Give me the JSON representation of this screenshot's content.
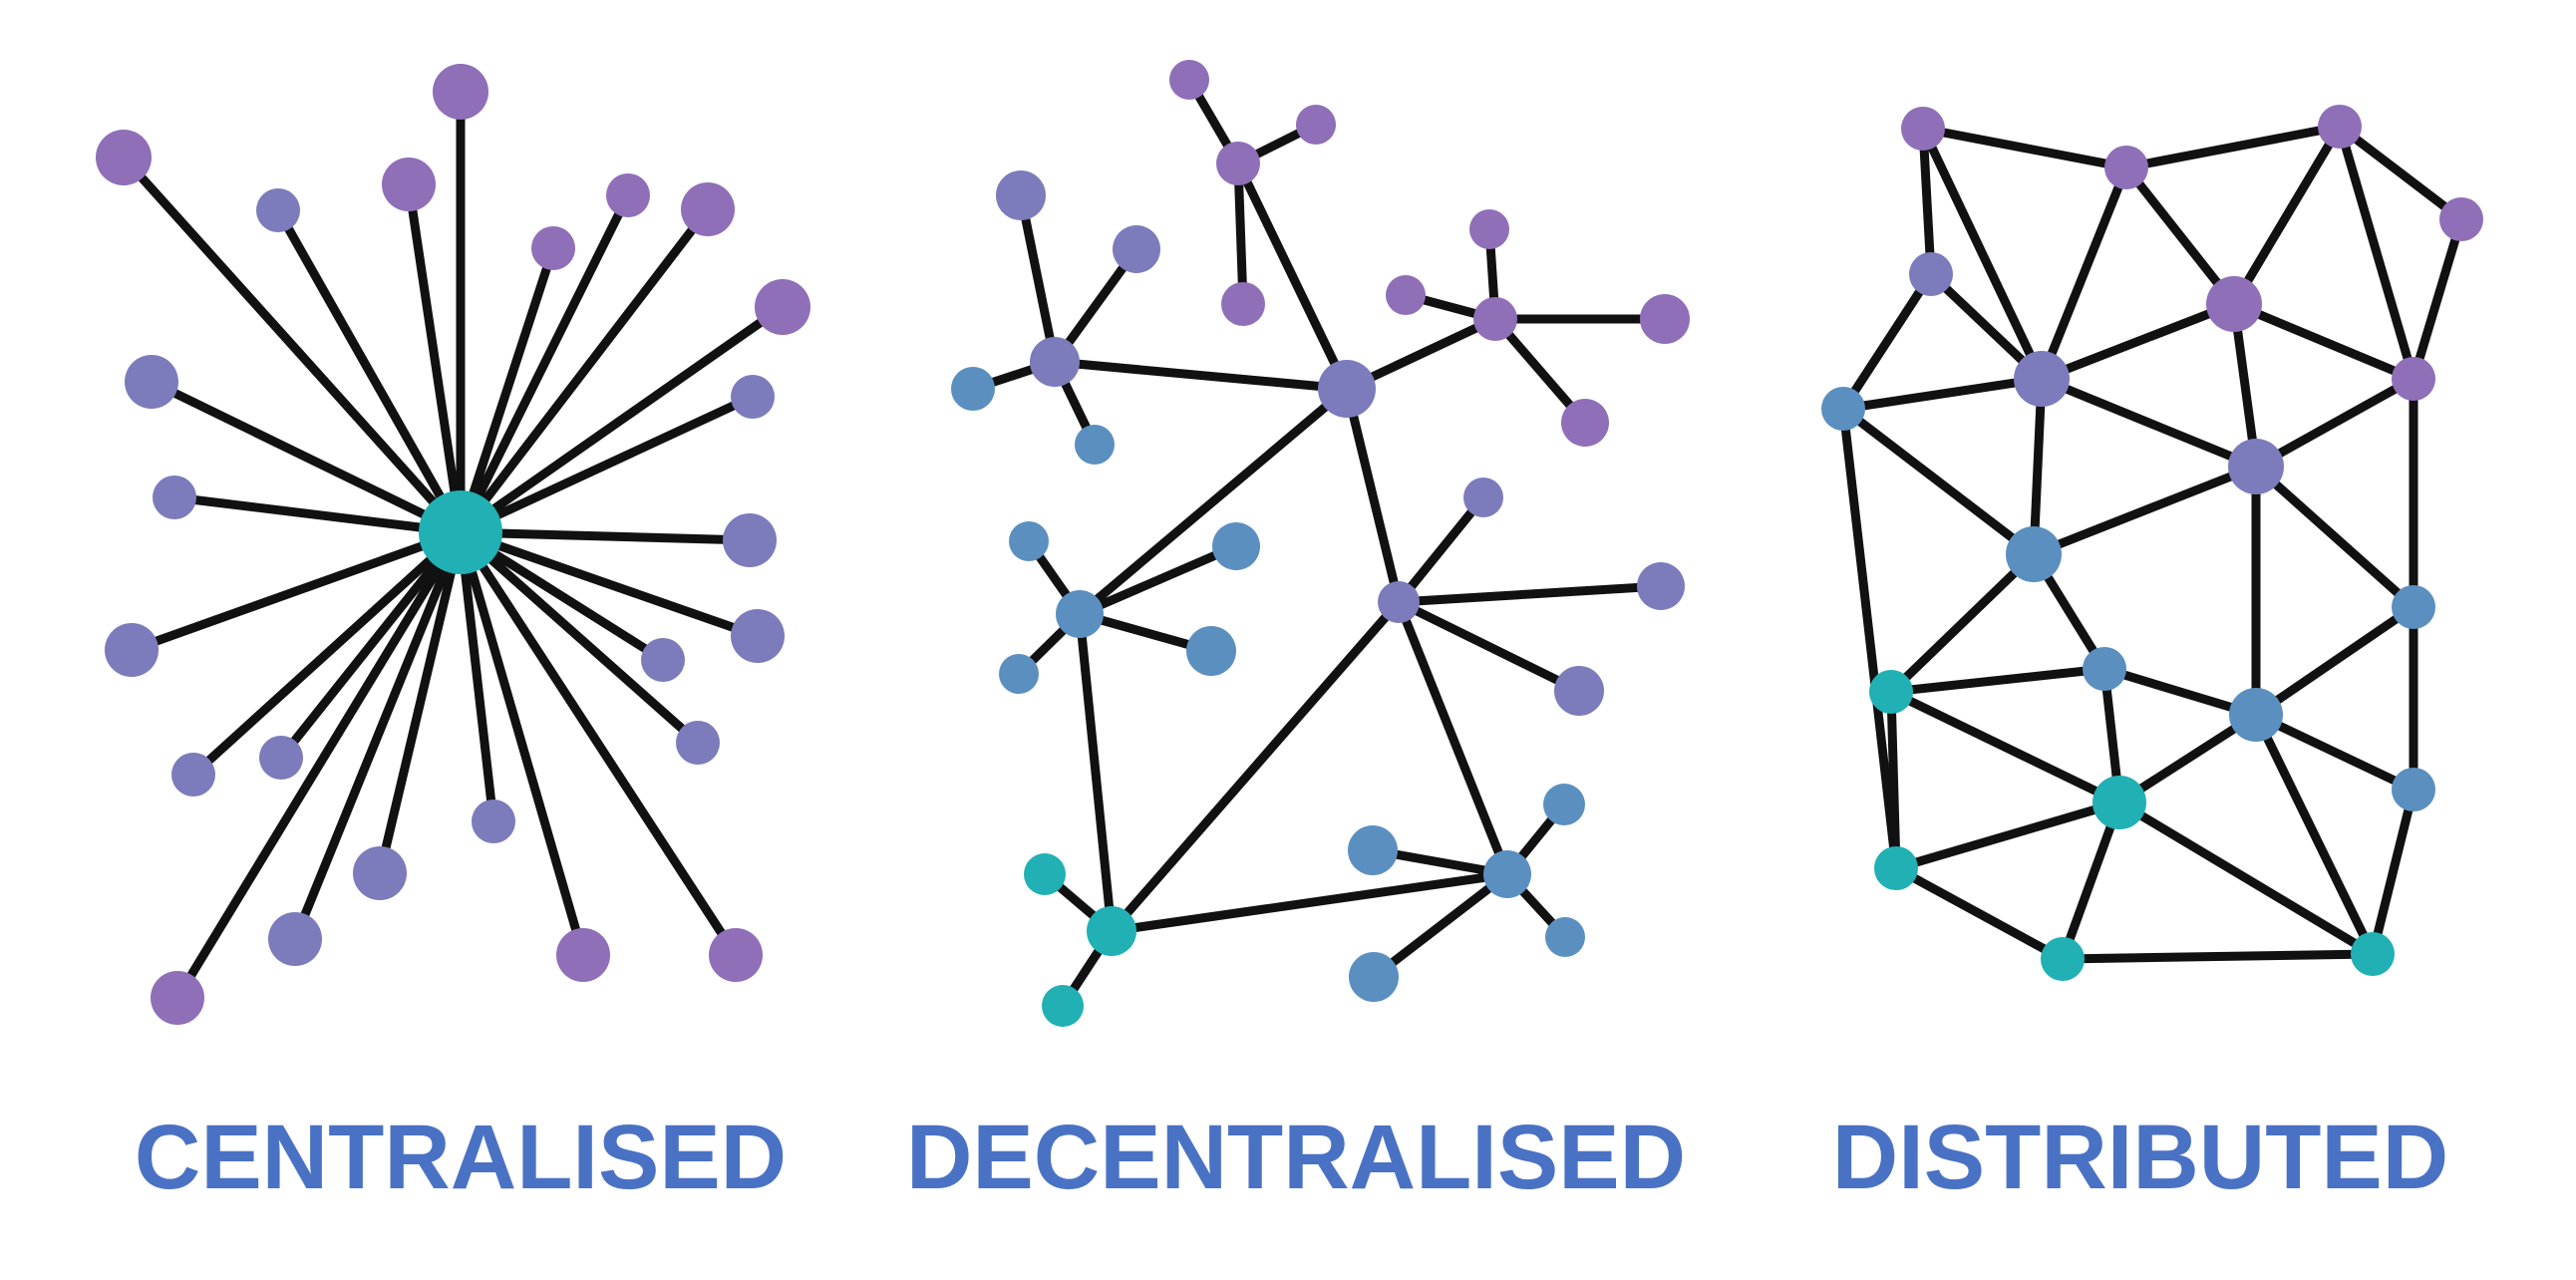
{
  "colors": {
    "purple": "#8f6fb8",
    "violet": "#7c7bbb",
    "blue": "#5a8fc0",
    "teal": "#21b0b3",
    "caption": "#4a72c4",
    "edge": "#111111",
    "background": "#ffffff"
  },
  "panels": [
    {
      "id": "centralised",
      "caption": "CENTRALISED"
    },
    {
      "id": "decentralised",
      "caption": "DECENTRALISED"
    },
    {
      "id": "distributed",
      "caption": "DISTRIBUTED"
    }
  ]
}
